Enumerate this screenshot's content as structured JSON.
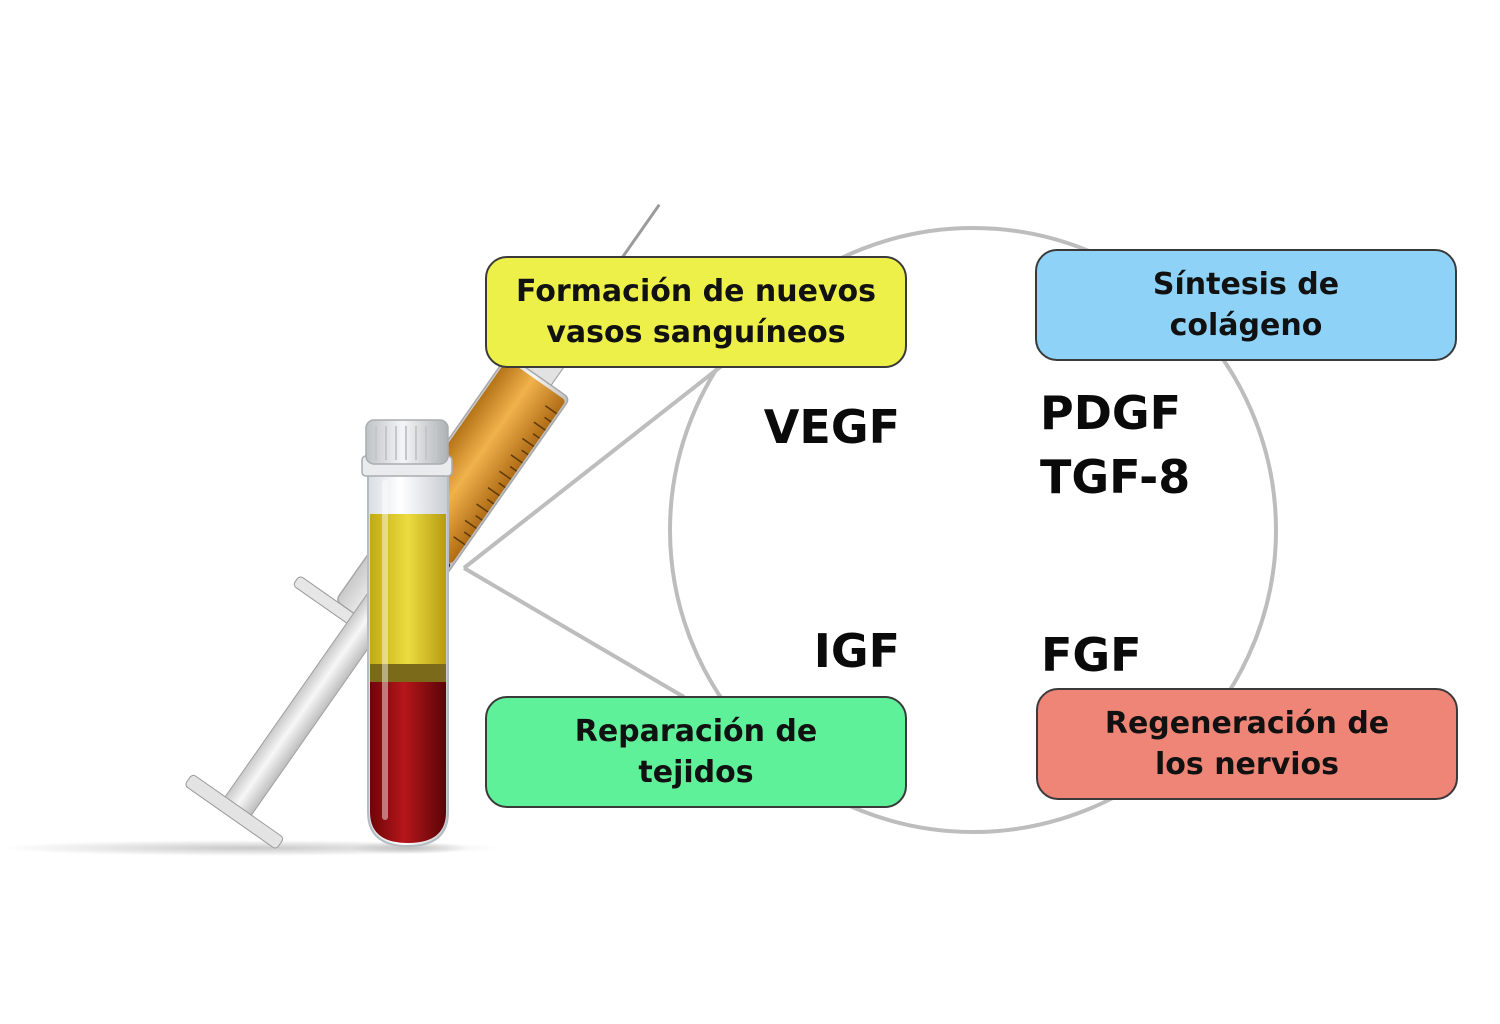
{
  "colors": {
    "box_vessels": "#EEF04A",
    "box_collagen": "#8ED3F7",
    "box_repair": "#5FF09A",
    "box_nerves": "#EE8577",
    "circle_stroke": "#BDBDBD",
    "plasma": "#E3D02A",
    "blood": "#9E0C10",
    "syringe_fluid": "#E19A2E"
  },
  "icons": [
    "syringe-icon",
    "test-tube-icon"
  ],
  "boxes": {
    "vessels": {
      "line1": "Formación de nuevos",
      "line2": "vasos sanguíneos"
    },
    "collagen": {
      "line1": "Síntesis de",
      "line2": "colágeno"
    },
    "repair": {
      "line1": "Reparación de",
      "line2": "tejidos"
    },
    "nerves": {
      "line1": "Regeneración de",
      "line2": "los nervios"
    }
  },
  "factors": {
    "vegf": "VEGF",
    "pdgf": "PDGF",
    "tgf": "TGF-8",
    "igf": "IGF",
    "fgf": "FGF"
  }
}
